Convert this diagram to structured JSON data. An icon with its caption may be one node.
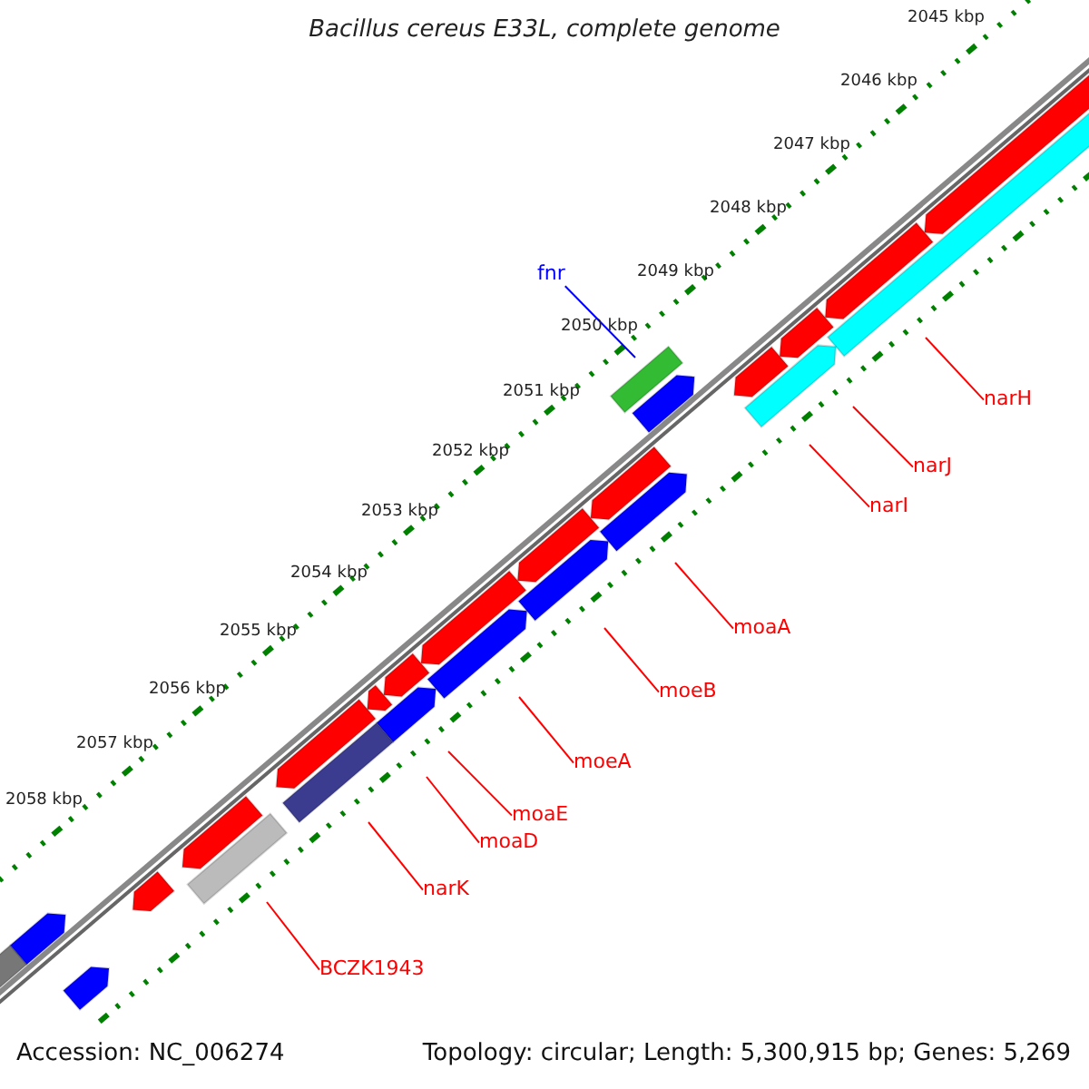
{
  "diagram": {
    "title": "Bacillus cereus E33L, complete genome",
    "nodes": [
      {
        "text": [
          "fnr"
        ]
      },
      {
        "text": [
          "narH"
        ]
      },
      {
        "text": [
          "narJ"
        ]
      },
      {
        "text": [
          "narI"
        ]
      },
      {
        "text": [
          "moaA"
        ]
      },
      {
        "text": [
          "moeB"
        ]
      },
      {
        "text": [
          "moeA"
        ]
      },
      {
        "text": [
          "moaE"
        ]
      },
      {
        "text": [
          "moaD"
        ]
      },
      {
        "text": [
          "narK"
        ]
      },
      {
        "text": [
          "BCZK1943"
        ]
      }
    ],
    "edges": [
      {
        "from": 0,
        "to": null,
        "arrow": "none",
        "color": "#0000ff"
      },
      {
        "from": 1,
        "to": null,
        "arrow": "none"
      },
      {
        "from": 2,
        "to": null,
        "arrow": "none"
      },
      {
        "from": 3,
        "to": null,
        "arrow": "none"
      },
      {
        "from": 4,
        "to": null,
        "arrow": "none"
      },
      {
        "from": 5,
        "to": null,
        "arrow": "none"
      },
      {
        "from": 6,
        "to": null,
        "arrow": "none"
      },
      {
        "from": 7,
        "to": null,
        "arrow": "none"
      },
      {
        "from": 8,
        "to": null,
        "arrow": "none"
      },
      {
        "from": 9,
        "to": null,
        "arrow": "none"
      },
      {
        "from": 10,
        "to": null,
        "arrow": "none"
      }
    ],
    "labels": [
      "2045 kbp",
      "2046 kbp",
      "2047 kbp",
      "2048 kbp",
      "2049 kbp",
      "2050 kbp",
      "2051 kbp",
      "2052 kbp",
      "2053 kbp",
      "2054 kbp",
      "2055 kbp",
      "2056 kbp",
      "2057 kbp",
      "2058 kbp",
      "Accession: NC_006274",
      "Topology: circular; Length: 5,300,915 bp; Genes: 5,269"
    ]
  }
}
